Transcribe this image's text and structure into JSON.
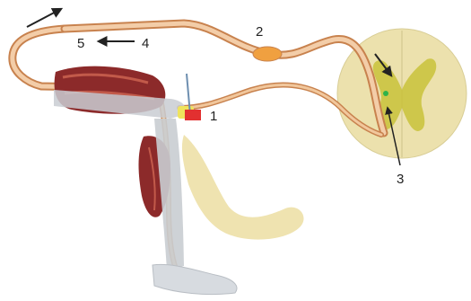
{
  "colors": {
    "nerve": "#e8b48a",
    "nerve_dark": "#c8824e",
    "muscle": "#8c2a2a",
    "muscle_light": "#c25a4a",
    "skin": "#efe3b0",
    "spinal_cord": "#ece1ad",
    "grey_matter": "#c9c23a",
    "ganglion": "#f0a040",
    "stimulus": "#e23030",
    "synapse": "#2fb34a",
    "arrow": "#222222",
    "bone": "#b9bec4"
  },
  "labels": {
    "n1": "1",
    "n2": "2",
    "n3": "3",
    "n4": "4",
    "n5": "5"
  },
  "icons": [
    "arrow-up-right",
    "arrow-left",
    "arrow-down-right",
    "arrow-up"
  ]
}
